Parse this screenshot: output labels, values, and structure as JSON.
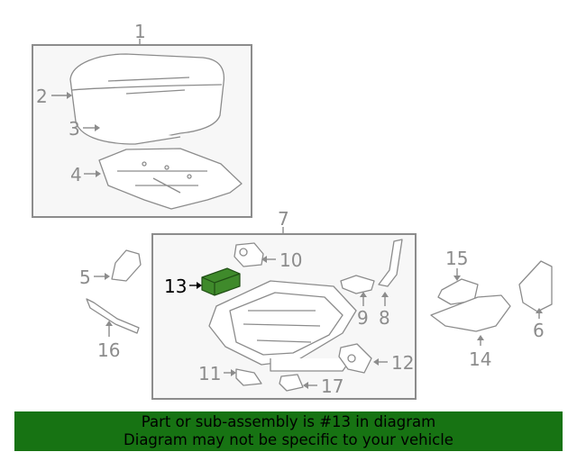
{
  "banner": {
    "line1": "Part or sub-assembly is #13 in diagram",
    "line2": "Diagram may not be specific to your vehicle"
  },
  "highlight_color": "#3f8a2b",
  "callouts": {
    "c1": "1",
    "c2": "2",
    "c3": "3",
    "c4": "4",
    "c5": "5",
    "c6": "6",
    "c7": "7",
    "c8": "8",
    "c9": "9",
    "c10": "10",
    "c11": "11",
    "c12": "12",
    "c13": "13",
    "c14": "14",
    "c15": "15",
    "c16": "16",
    "c17": "17"
  }
}
